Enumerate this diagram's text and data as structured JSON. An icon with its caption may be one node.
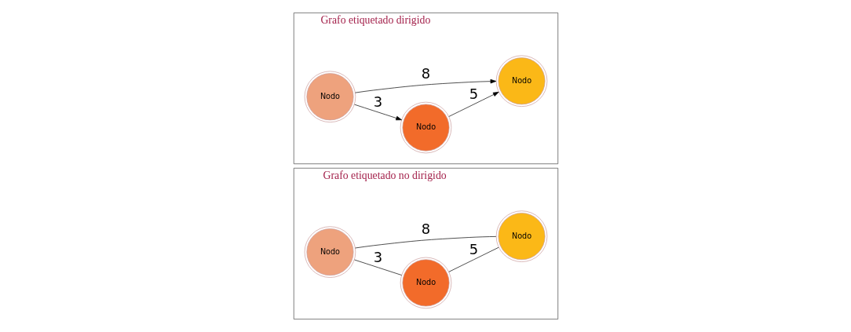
{
  "diagram": {
    "nodes": [
      {
        "text": [
          "Grafo etiquetado no dirigido"
        ]
      },
      {
        "text": [
          "Nodo"
        ],
        "in": 0
      },
      {
        "text": [
          "Nodo"
        ],
        "in": 0
      },
      {
        "text": [
          "Nodo"
        ],
        "in": 0
      },
      {
        "text": [
          "Grafo etiquetado dirigido"
        ]
      },
      {
        "text": [
          "Nodo"
        ],
        "in": 4
      },
      {
        "text": [
          "Nodo"
        ],
        "in": 4
      },
      {
        "text": [
          "Nodo"
        ],
        "in": 4
      }
    ],
    "edges": [
      {
        "from": 2,
        "to": 1,
        "arrow": "none",
        "label": "3"
      },
      {
        "from": 1,
        "to": 3,
        "arrow": "none",
        "label": "5"
      },
      {
        "from": 2,
        "to": 3,
        "arrow": "none",
        "label": "8"
      },
      {
        "from": 6,
        "to": 5,
        "arrow": "to",
        "label": "3"
      },
      {
        "from": 5,
        "to": 7,
        "arrow": "to",
        "label": "5"
      },
      {
        "from": 6,
        "to": 7,
        "arrow": "to",
        "label": "8"
      }
    ]
  }
}
